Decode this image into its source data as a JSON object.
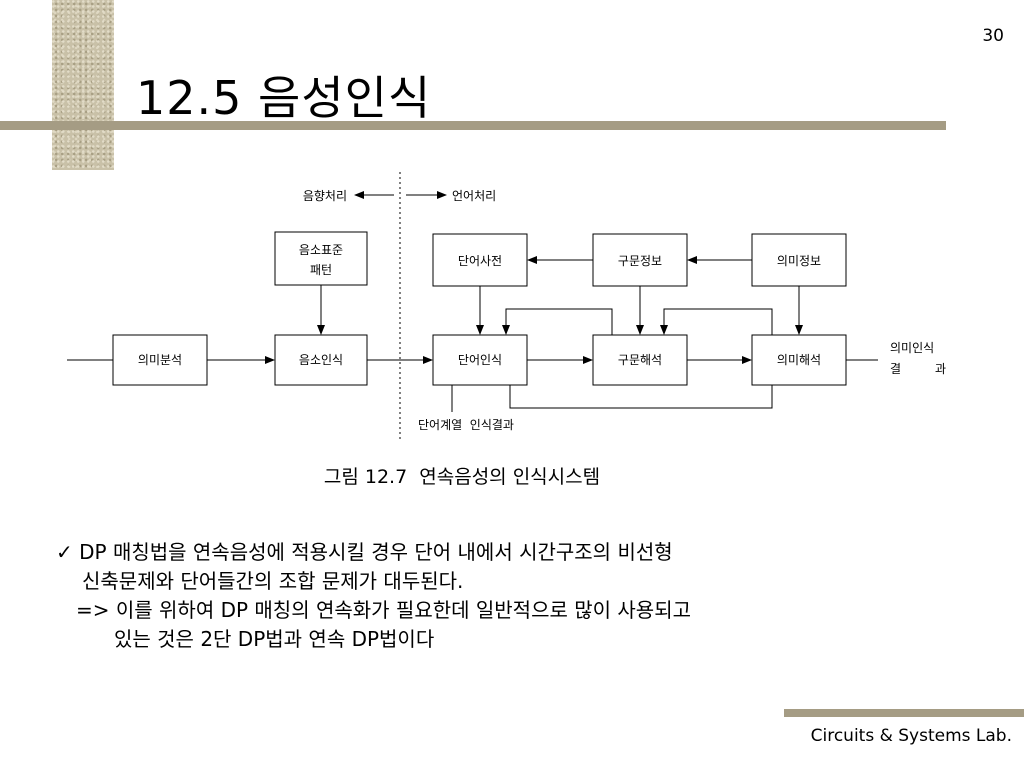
{
  "page_number": "30",
  "title": "12.5 음성인식",
  "diagram": {
    "acoustic_label": "음향처리",
    "language_label": "언어처리",
    "boxes": {
      "phoneme_pattern_line1": "음소표준",
      "phoneme_pattern_line2": "패턴",
      "word_dictionary": "단어사전",
      "syntax_info": "구문정보",
      "semantic_info": "의미정보",
      "meaning_analysis": "의미분석",
      "phoneme_recognition": "음소인식",
      "word_recognition": "단어인식",
      "syntax_analysis": "구문해석",
      "semantic_analysis": "의미해석"
    },
    "output_label_line1": "의미인식",
    "output_label_line2a": "결",
    "output_label_line2b": "과",
    "word_sequence_label": "단어계열  인식결과"
  },
  "caption": "그림 12.7  연속음성의 인식시스템",
  "bullet": {
    "mark": "✓",
    "line1": "DP 매칭법을 연속음성에 적용시킬 경우 단어 내에서 시간구조의 비선형",
    "line2": "신축문제와 단어들간의 조합 문제가 대두된다.",
    "line3": "=> 이를 위하여 DP 매칭의 연속화가 필요한데 일반적으로 많이 사용되고",
    "line4": "있는 것은 2단 DP법과 연속 DP법이다"
  },
  "footer": "Circuits & Systems Lab."
}
